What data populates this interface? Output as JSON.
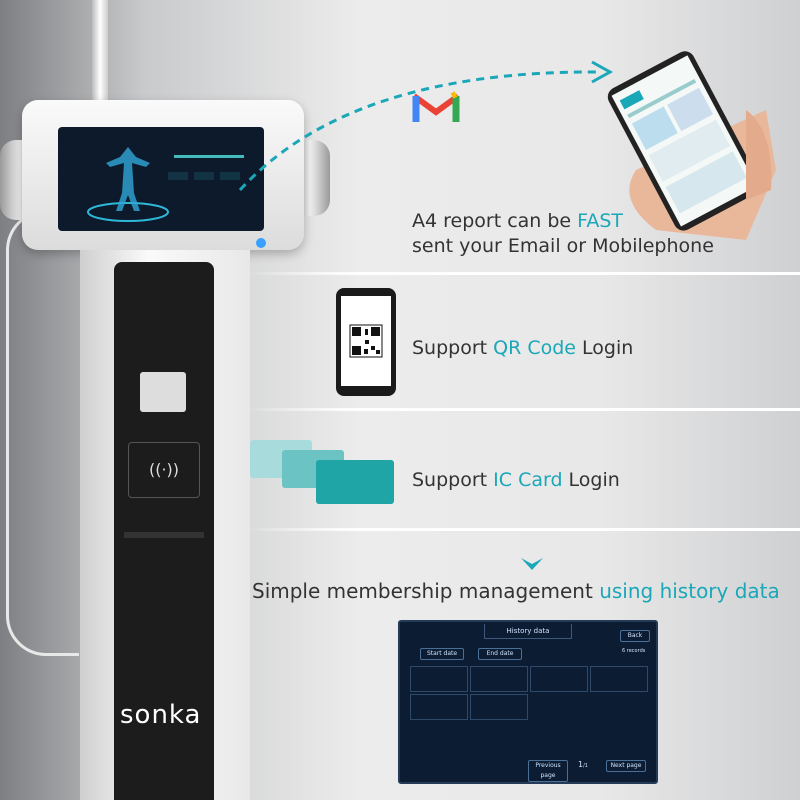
{
  "brand": "sonka",
  "feature1": {
    "line1_pre": "A4 report can be ",
    "line1_hl": "FAST",
    "line2": "sent your Email or Mobilephone"
  },
  "feature2": {
    "pre": "Support ",
    "hl": "QR Code",
    "post": " Login"
  },
  "feature3": {
    "pre": "Support ",
    "hl": "IC Card",
    "post": " Login"
  },
  "feature4": {
    "pre": "Simple membership management ",
    "hl": "using history data"
  },
  "history": {
    "title": "History data",
    "back": "Back",
    "start": "Start date",
    "end": "End date",
    "count": "6 records",
    "prev": "Previous page",
    "page": "1",
    "page_total": "/1",
    "next": "Next page"
  },
  "colors": {
    "accent": "#1aa7b8",
    "gmail_red": "#d93025"
  },
  "icons": [
    "gmail-icon",
    "qr-code-icon",
    "ic-card-icon",
    "chevron-down-icon"
  ]
}
